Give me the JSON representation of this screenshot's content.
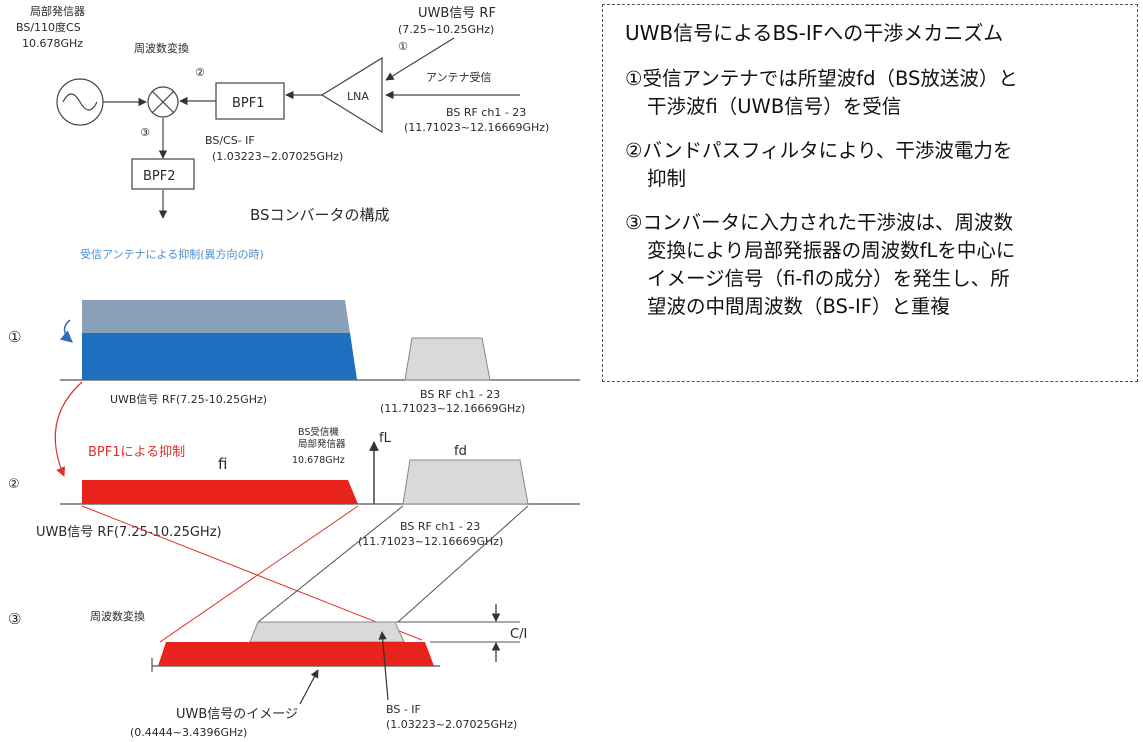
{
  "block_diagram": {
    "local_osc_label_1": "局部発信器",
    "local_osc_label_2": "BS/110度CS",
    "local_osc_label_3": "10.678GHz",
    "mixer_label": "周波数変換",
    "marker_1": "①",
    "marker_2": "②",
    "marker_3": "③",
    "bpf1": "BPF1",
    "bpf2": "BPF2",
    "lna": "LNA",
    "uwb_rf_label": "UWB信号 RF",
    "uwb_rf_range": "(7.25~10.25GHz)",
    "antenna_label": "アンテナ受信",
    "bs_rf_label": "BS RF ch1 - 23",
    "bs_rf_range": "(11.71023~12.16669GHz)",
    "bs_if_label": "BS/CS- IF",
    "bs_if_range": "(1.03223~2.07025GHz)",
    "converter_caption": "BSコンバータの構成"
  },
  "spectrum": {
    "antenna_suppression_note": "受信アンテナによる抑制(異方向の時)",
    "row_marker_1": "①",
    "row_marker_2": "②",
    "row_marker_3": "③",
    "row1_uwb_label": "UWB信号 RF(7.25-10.25GHz)",
    "row1_bs_label": "BS RF ch1 - 23",
    "row1_bs_range": "(11.71023~12.16669GHz)",
    "bpf1_suppression": "BPF1による抑制",
    "fi_label": "fi",
    "receiver_label_1": "BS受信機",
    "receiver_label_2": "局部発信器",
    "receiver_label_3": "10.678GHz",
    "fl_label": "fL",
    "fd_label": "fd",
    "row2_uwb_label": "UWB信号 RF(7.25-10.25GHz)",
    "row2_bs_label": "BS RF ch1 - 23",
    "row2_bs_range": "(11.71023~12.16669GHz)",
    "row3_title": "周波数変換",
    "ci_label": "C/I",
    "uwb_image_label": "UWB信号のイメージ",
    "uwb_image_range": "(0.4444~3.4396GHz)",
    "bs_if_label": "BS - IF",
    "bs_if_range": "(1.03223~2.07025GHz)"
  },
  "explanation": {
    "title": "UWB信号によるBS-IFへの干渉メカニズム",
    "item1_line1": "①受信アンテナでは所望波fd（BS放送波）と",
    "item1_line2": "干渉波fi（UWB信号）を受信",
    "item2_line1": "②バンドパスフィルタにより、干渉波電力を",
    "item2_line2": "抑制",
    "item3_line1": "③コンバータに入力された干渉波は、周波数",
    "item3_line2": "変換により局部発振器の周波数fLを中心に",
    "item3_line3": "イメージ信号（fi-flの成分）を発生し、所",
    "item3_line4": "望波の中間周波数（BS-IF）と重複"
  },
  "colors": {
    "uwb_blue": "#1f6fc0",
    "uwb_blue_attenuated": "#8a9fb8",
    "bs_gray": "#d9d9d9",
    "uwb_red": "#e8231b",
    "red_line": "#e0302a"
  }
}
